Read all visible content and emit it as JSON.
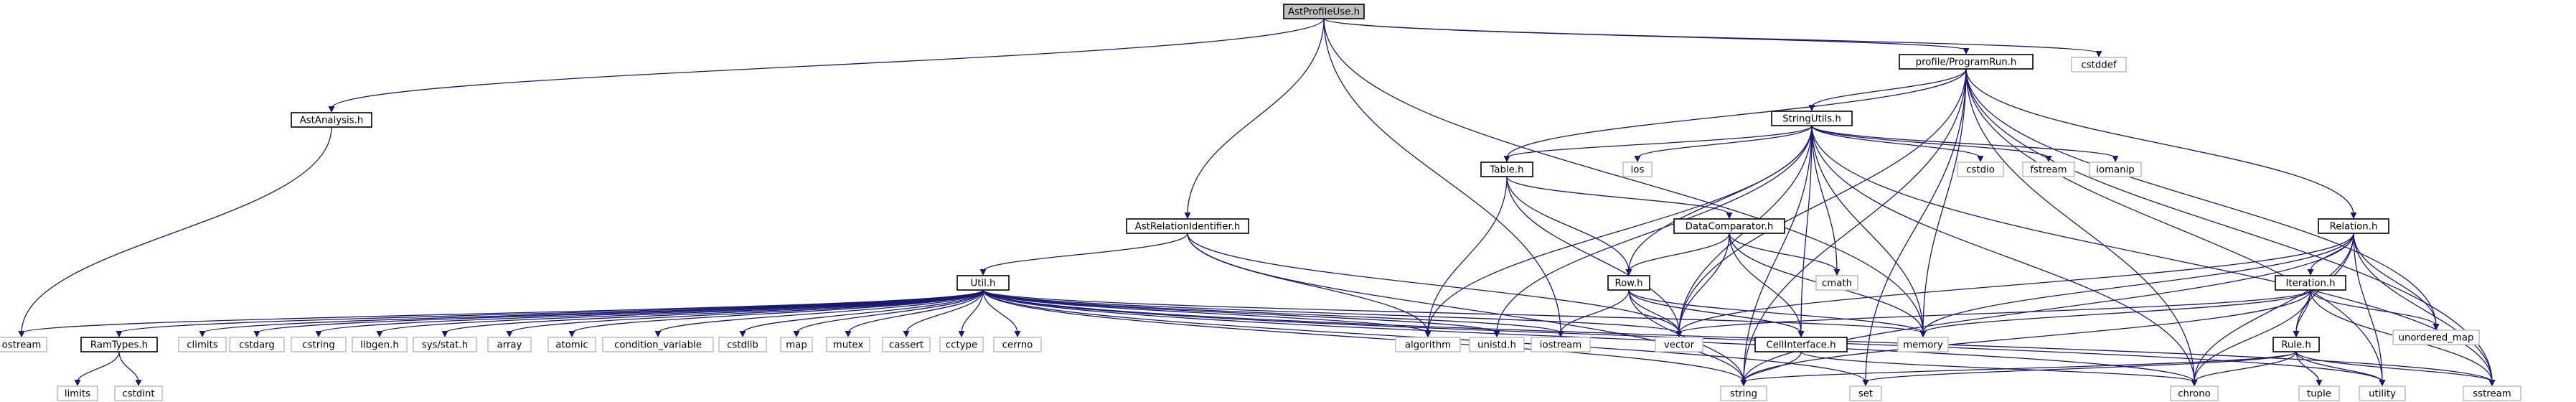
{
  "graph": {
    "root": "AstProfileUse.h",
    "nodes": [
      {
        "id": "root",
        "label": "AstProfileUse.h",
        "kind": "root"
      },
      {
        "id": "astanalysis",
        "label": "AstAnalysis.h",
        "kind": "header"
      },
      {
        "id": "astrelid",
        "label": "AstRelationIdentifier.h",
        "kind": "header"
      },
      {
        "id": "programrun",
        "label": "profile/ProgramRun.h",
        "kind": "header"
      },
      {
        "id": "cstddef",
        "label": "cstddef",
        "kind": "system"
      },
      {
        "id": "stringutils",
        "label": "StringUtils.h",
        "kind": "header"
      },
      {
        "id": "table",
        "label": "Table.h",
        "kind": "header"
      },
      {
        "id": "ios",
        "label": "ios",
        "kind": "system"
      },
      {
        "id": "cstdio",
        "label": "cstdio",
        "kind": "system"
      },
      {
        "id": "fstream",
        "label": "fstream",
        "kind": "system"
      },
      {
        "id": "iomanip",
        "label": "iomanip",
        "kind": "system"
      },
      {
        "id": "datacomp",
        "label": "DataComparator.h",
        "kind": "header"
      },
      {
        "id": "cmath",
        "label": "cmath",
        "kind": "system"
      },
      {
        "id": "relation",
        "label": "Relation.h",
        "kind": "header"
      },
      {
        "id": "iteration",
        "label": "Iteration.h",
        "kind": "header"
      },
      {
        "id": "unordered_map",
        "label": "unordered_map",
        "kind": "system"
      },
      {
        "id": "util",
        "label": "Util.h",
        "kind": "header"
      },
      {
        "id": "row",
        "label": "Row.h",
        "kind": "header"
      },
      {
        "id": "ostream",
        "label": "ostream",
        "kind": "system"
      },
      {
        "id": "ramtypes",
        "label": "RamTypes.h",
        "kind": "header"
      },
      {
        "id": "climits",
        "label": "climits",
        "kind": "system"
      },
      {
        "id": "cstdarg",
        "label": "cstdarg",
        "kind": "system"
      },
      {
        "id": "cstring",
        "label": "cstring",
        "kind": "system"
      },
      {
        "id": "libgen",
        "label": "libgen.h",
        "kind": "system"
      },
      {
        "id": "sysstat",
        "label": "sys/stat.h",
        "kind": "system"
      },
      {
        "id": "array",
        "label": "array",
        "kind": "system"
      },
      {
        "id": "atomic",
        "label": "atomic",
        "kind": "system"
      },
      {
        "id": "condvar",
        "label": "condition_variable",
        "kind": "system"
      },
      {
        "id": "cstdlib",
        "label": "cstdlib",
        "kind": "system"
      },
      {
        "id": "map",
        "label": "map",
        "kind": "system"
      },
      {
        "id": "mutex",
        "label": "mutex",
        "kind": "system"
      },
      {
        "id": "cassert",
        "label": "cassert",
        "kind": "system"
      },
      {
        "id": "cctype",
        "label": "cctype",
        "kind": "system"
      },
      {
        "id": "cerrno",
        "label": "cerrno",
        "kind": "system"
      },
      {
        "id": "algorithm",
        "label": "algorithm",
        "kind": "system"
      },
      {
        "id": "unistd",
        "label": "unistd.h",
        "kind": "system"
      },
      {
        "id": "iostream",
        "label": "iostream",
        "kind": "system"
      },
      {
        "id": "vector",
        "label": "vector",
        "kind": "system"
      },
      {
        "id": "cellinterface",
        "label": "CellInterface.h",
        "kind": "header"
      },
      {
        "id": "memory",
        "label": "memory",
        "kind": "system"
      },
      {
        "id": "rule",
        "label": "Rule.h",
        "kind": "header"
      },
      {
        "id": "limits",
        "label": "limits",
        "kind": "system"
      },
      {
        "id": "cstdint",
        "label": "cstdint",
        "kind": "system"
      },
      {
        "id": "string",
        "label": "string",
        "kind": "system"
      },
      {
        "id": "set",
        "label": "set",
        "kind": "system"
      },
      {
        "id": "chrono",
        "label": "chrono",
        "kind": "system"
      },
      {
        "id": "tuple",
        "label": "tuple",
        "kind": "system"
      },
      {
        "id": "utility",
        "label": "utility",
        "kind": "system"
      },
      {
        "id": "sstream",
        "label": "sstream",
        "kind": "system"
      }
    ],
    "edges": [
      [
        "root",
        "astanalysis"
      ],
      [
        "root",
        "astrelid"
      ],
      [
        "root",
        "programrun"
      ],
      [
        "root",
        "cstddef"
      ],
      [
        "root",
        "memory"
      ],
      [
        "root",
        "iostream"
      ],
      [
        "astanalysis",
        "ostream"
      ],
      [
        "astrelid",
        "util"
      ],
      [
        "astrelid",
        "string"
      ],
      [
        "astrelid",
        "algorithm"
      ],
      [
        "astrelid",
        "vector"
      ],
      [
        "programrun",
        "stringutils"
      ],
      [
        "programrun",
        "table"
      ],
      [
        "programrun",
        "relation"
      ],
      [
        "programrun",
        "unordered_map"
      ],
      [
        "programrun",
        "memory"
      ],
      [
        "programrun",
        "string"
      ],
      [
        "programrun",
        "vector"
      ],
      [
        "programrun",
        "set"
      ],
      [
        "programrun",
        "chrono"
      ],
      [
        "programrun",
        "sstream"
      ],
      [
        "programrun",
        "utility"
      ],
      [
        "stringutils",
        "table"
      ],
      [
        "stringutils",
        "ios"
      ],
      [
        "stringutils",
        "cstdio"
      ],
      [
        "stringutils",
        "fstream"
      ],
      [
        "stringutils",
        "iomanip"
      ],
      [
        "stringutils",
        "cmath"
      ],
      [
        "stringutils",
        "row"
      ],
      [
        "stringutils",
        "cellinterface"
      ],
      [
        "stringutils",
        "memory"
      ],
      [
        "stringutils",
        "vector"
      ],
      [
        "stringutils",
        "algorithm"
      ],
      [
        "stringutils",
        "unistd"
      ],
      [
        "stringutils",
        "chrono"
      ],
      [
        "stringutils",
        "sstream"
      ],
      [
        "stringutils",
        "string"
      ],
      [
        "table",
        "datacomp"
      ],
      [
        "table",
        "row"
      ],
      [
        "table",
        "algorithm"
      ],
      [
        "table",
        "vector"
      ],
      [
        "datacomp",
        "row"
      ],
      [
        "datacomp",
        "cmath"
      ],
      [
        "datacomp",
        "cellinterface"
      ],
      [
        "datacomp",
        "vector"
      ],
      [
        "datacomp",
        "memory"
      ],
      [
        "row",
        "cellinterface"
      ],
      [
        "row",
        "iostream"
      ],
      [
        "row",
        "vector"
      ],
      [
        "row",
        "memory"
      ],
      [
        "row",
        "string"
      ],
      [
        "relation",
        "iteration"
      ],
      [
        "relation",
        "rule"
      ],
      [
        "relation",
        "unordered_map"
      ],
      [
        "relation",
        "memory"
      ],
      [
        "relation",
        "vector"
      ],
      [
        "relation",
        "string"
      ],
      [
        "relation",
        "chrono"
      ],
      [
        "relation",
        "sstream"
      ],
      [
        "relation",
        "utility"
      ],
      [
        "iteration",
        "rule"
      ],
      [
        "iteration",
        "unordered_map"
      ],
      [
        "iteration",
        "memory"
      ],
      [
        "iteration",
        "vector"
      ],
      [
        "iteration",
        "string"
      ],
      [
        "iteration",
        "chrono"
      ],
      [
        "iteration",
        "sstream"
      ],
      [
        "rule",
        "string"
      ],
      [
        "rule",
        "set"
      ],
      [
        "rule",
        "chrono"
      ],
      [
        "rule",
        "tuple"
      ],
      [
        "rule",
        "utility"
      ],
      [
        "rule",
        "sstream"
      ],
      [
        "cellinterface",
        "string"
      ],
      [
        "cellinterface",
        "chrono"
      ],
      [
        "util",
        "ostream"
      ],
      [
        "util",
        "ramtypes"
      ],
      [
        "util",
        "climits"
      ],
      [
        "util",
        "cstdarg"
      ],
      [
        "util",
        "cstring"
      ],
      [
        "util",
        "libgen"
      ],
      [
        "util",
        "sysstat"
      ],
      [
        "util",
        "array"
      ],
      [
        "util",
        "atomic"
      ],
      [
        "util",
        "condvar"
      ],
      [
        "util",
        "cstdlib"
      ],
      [
        "util",
        "map"
      ],
      [
        "util",
        "mutex"
      ],
      [
        "util",
        "cassert"
      ],
      [
        "util",
        "cctype"
      ],
      [
        "util",
        "cerrno"
      ],
      [
        "util",
        "algorithm"
      ],
      [
        "util",
        "unistd"
      ],
      [
        "util",
        "iostream"
      ],
      [
        "util",
        "vector"
      ],
      [
        "util",
        "memory"
      ],
      [
        "util",
        "string"
      ],
      [
        "util",
        "set"
      ],
      [
        "util",
        "chrono"
      ],
      [
        "util",
        "utility"
      ],
      [
        "util",
        "sstream"
      ],
      [
        "ramtypes",
        "limits"
      ],
      [
        "ramtypes",
        "cstdint"
      ]
    ]
  }
}
